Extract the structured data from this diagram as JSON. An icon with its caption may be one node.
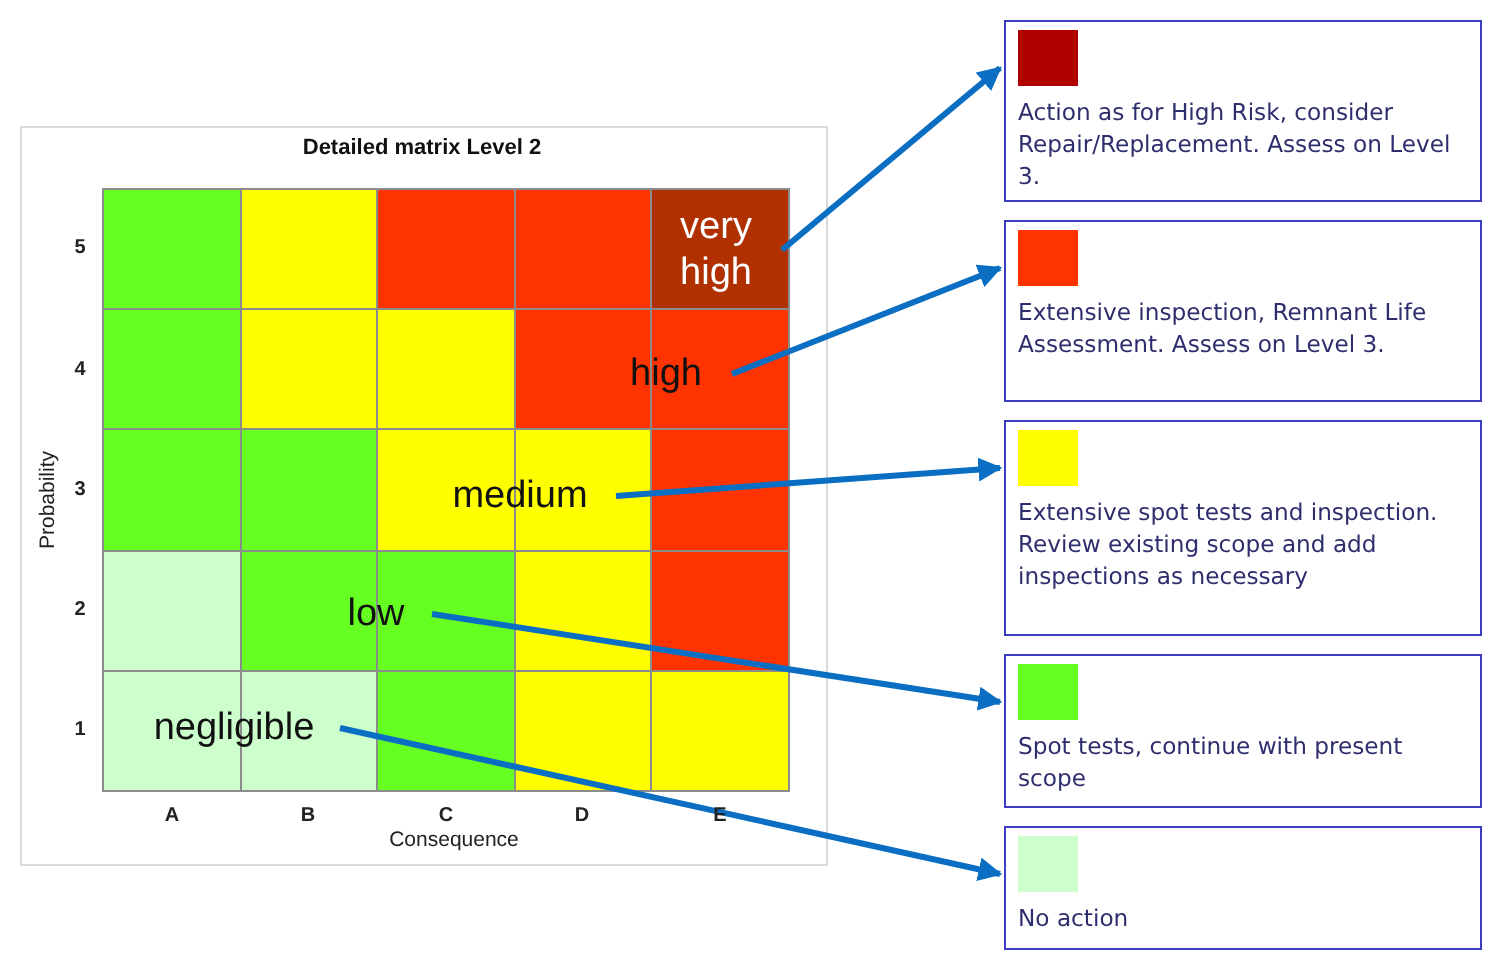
{
  "diagram": {
    "title": "Detailed matrix Level 2",
    "nodes": [
      {
        "text": [
          "very high"
        ]
      },
      {
        "text": [
          "high"
        ]
      },
      {
        "text": [
          "medium"
        ]
      },
      {
        "text": [
          "low"
        ]
      },
      {
        "text": [
          "negligible"
        ]
      },
      {
        "text": [
          "Action as for High Risk, consider Repair/Replacement. Assess on Level 3."
        ]
      },
      {
        "text": [
          "Extensive inspection, Remnant Life Assessment. Assess on Level 3."
        ]
      },
      {
        "text": [
          "Extensive spot tests and inspection. Review existing scope and add inspections as necessary"
        ]
      },
      {
        "text": [
          "Spot tests, continue with present scope"
        ]
      },
      {
        "text": [
          "No action"
        ]
      }
    ],
    "edges": [
      {
        "from": 0,
        "to": 5,
        "arrow": "to"
      },
      {
        "from": 1,
        "to": 6,
        "arrow": "to"
      },
      {
        "from": 2,
        "to": 7,
        "arrow": "to"
      },
      {
        "from": 3,
        "to": 8,
        "arrow": "to"
      },
      {
        "from": 4,
        "to": 9,
        "arrow": "to"
      }
    ],
    "labels": [
      "5",
      "4",
      "3",
      "2",
      "1",
      "Probability",
      "A",
      "B",
      "C",
      "D",
      "E",
      "Consequence"
    ]
  }
}
